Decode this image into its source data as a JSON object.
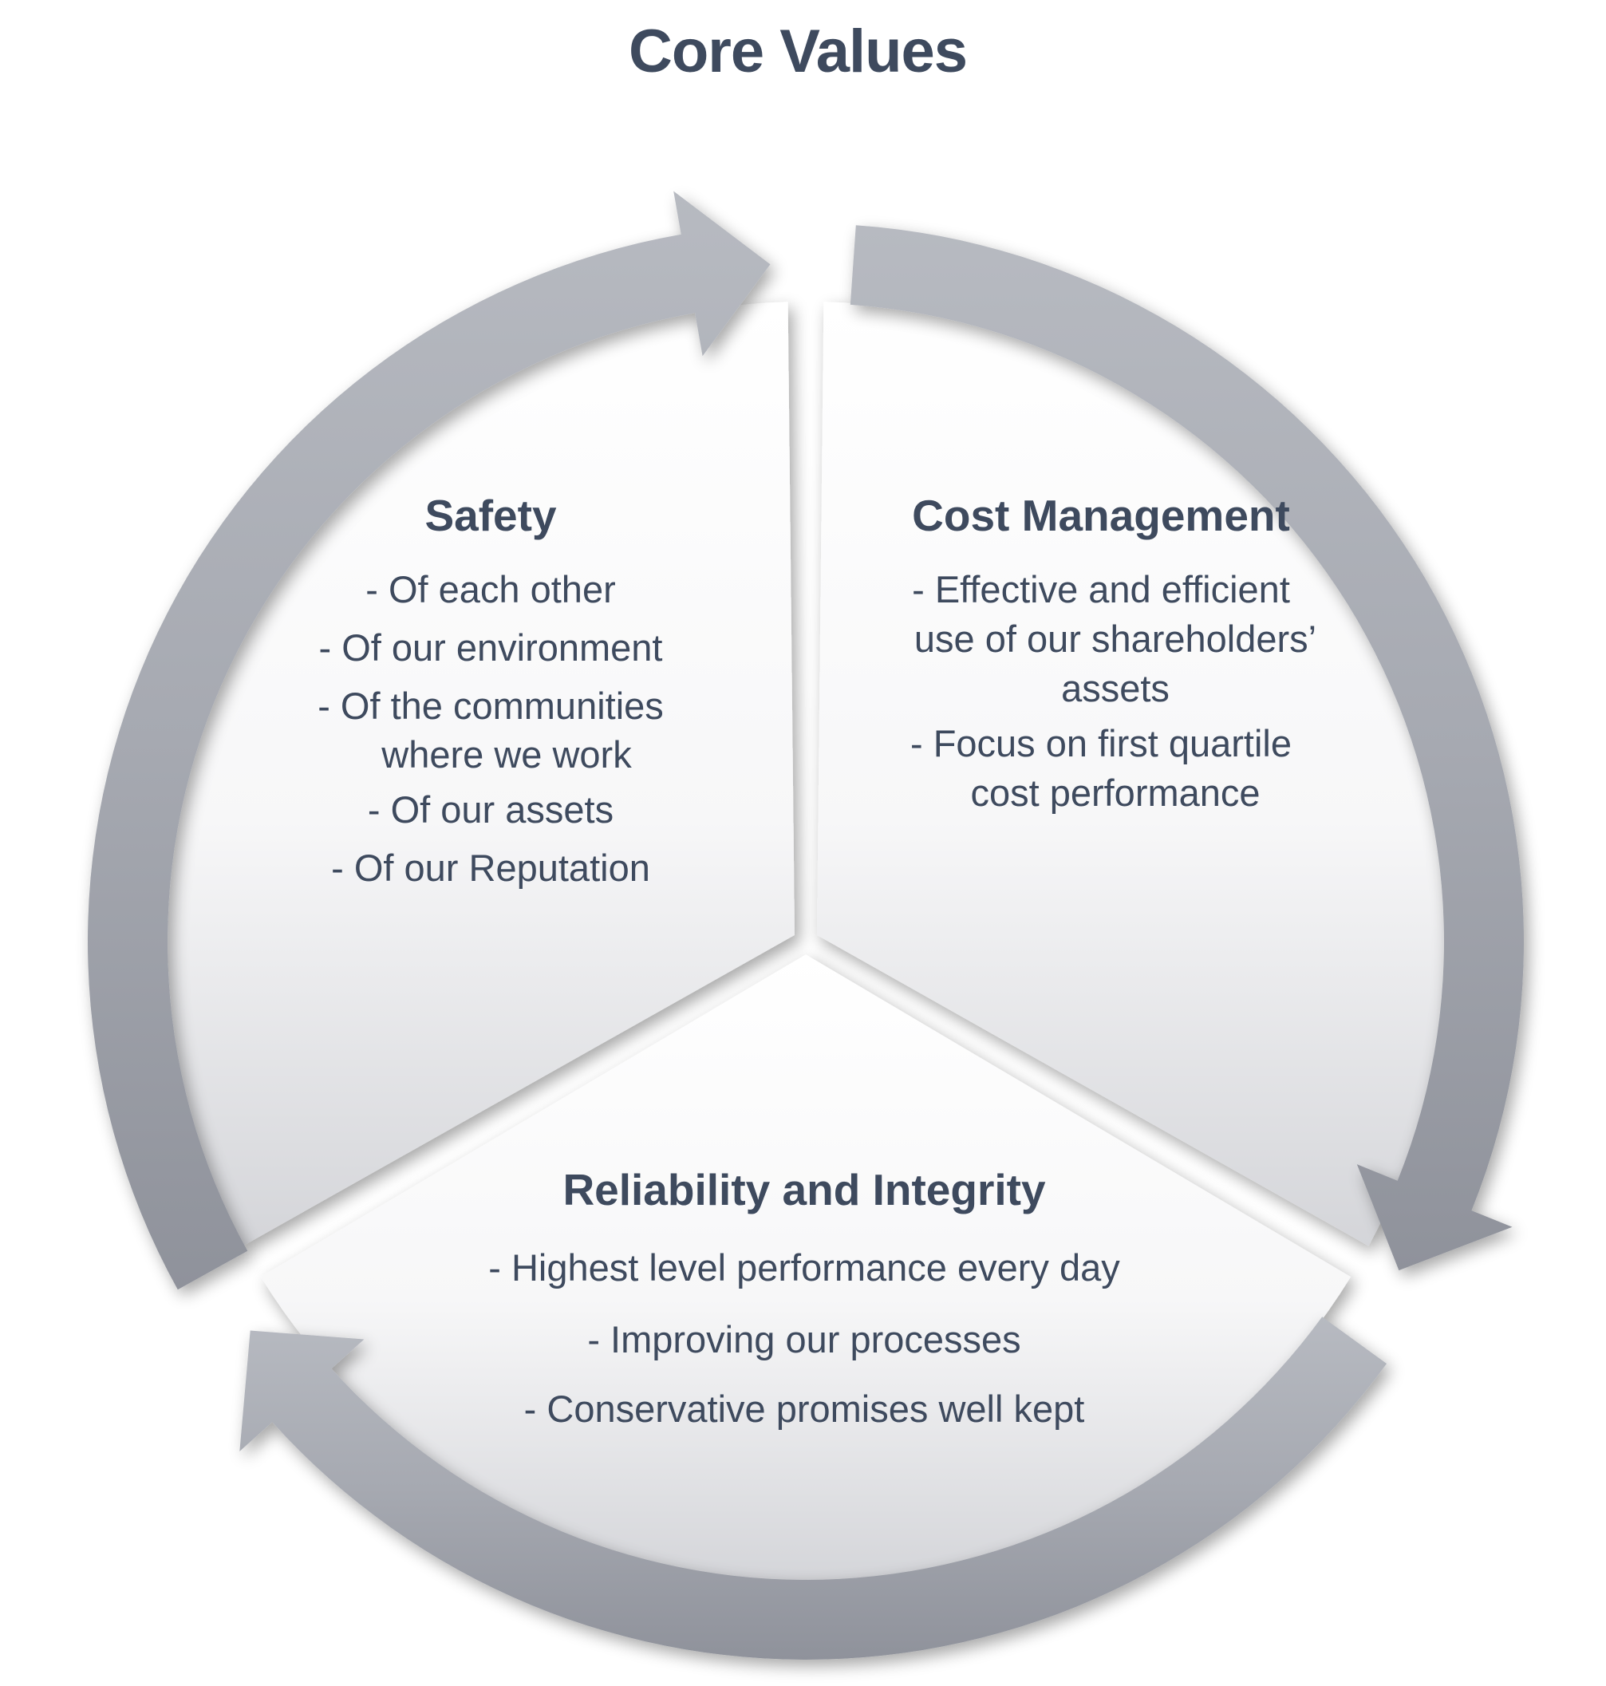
{
  "title": "Core Values",
  "colors": {
    "text": "#3e4a5e",
    "arrow_light": "#b9bcc3",
    "arrow_dark": "#8d9099",
    "segment_fill_top": "#ffffff",
    "segment_fill_bottom": "#d8d9dc"
  },
  "segments": [
    {
      "name": "safety",
      "heading": "Safety",
      "lines": [
        "- Of each other",
        "- Of our environment",
        "- Of the communities",
        "where we work",
        "- Of our assets",
        "- Of our Reputation"
      ]
    },
    {
      "name": "cost-management",
      "heading": "Cost Management",
      "lines": [
        "- Effective and efficient",
        "use of our shareholders’",
        "assets",
        "- Focus on first quartile",
        "cost performance"
      ]
    },
    {
      "name": "reliability-integrity",
      "heading": "Reliability and Integrity",
      "lines": [
        "- Highest level performance every day",
        "- Improving our processes",
        "- Conservative promises well kept"
      ]
    }
  ],
  "arrows": [
    {
      "name": "arrow-to-cost-management"
    },
    {
      "name": "arrow-to-reliability"
    },
    {
      "name": "arrow-to-safety"
    }
  ]
}
